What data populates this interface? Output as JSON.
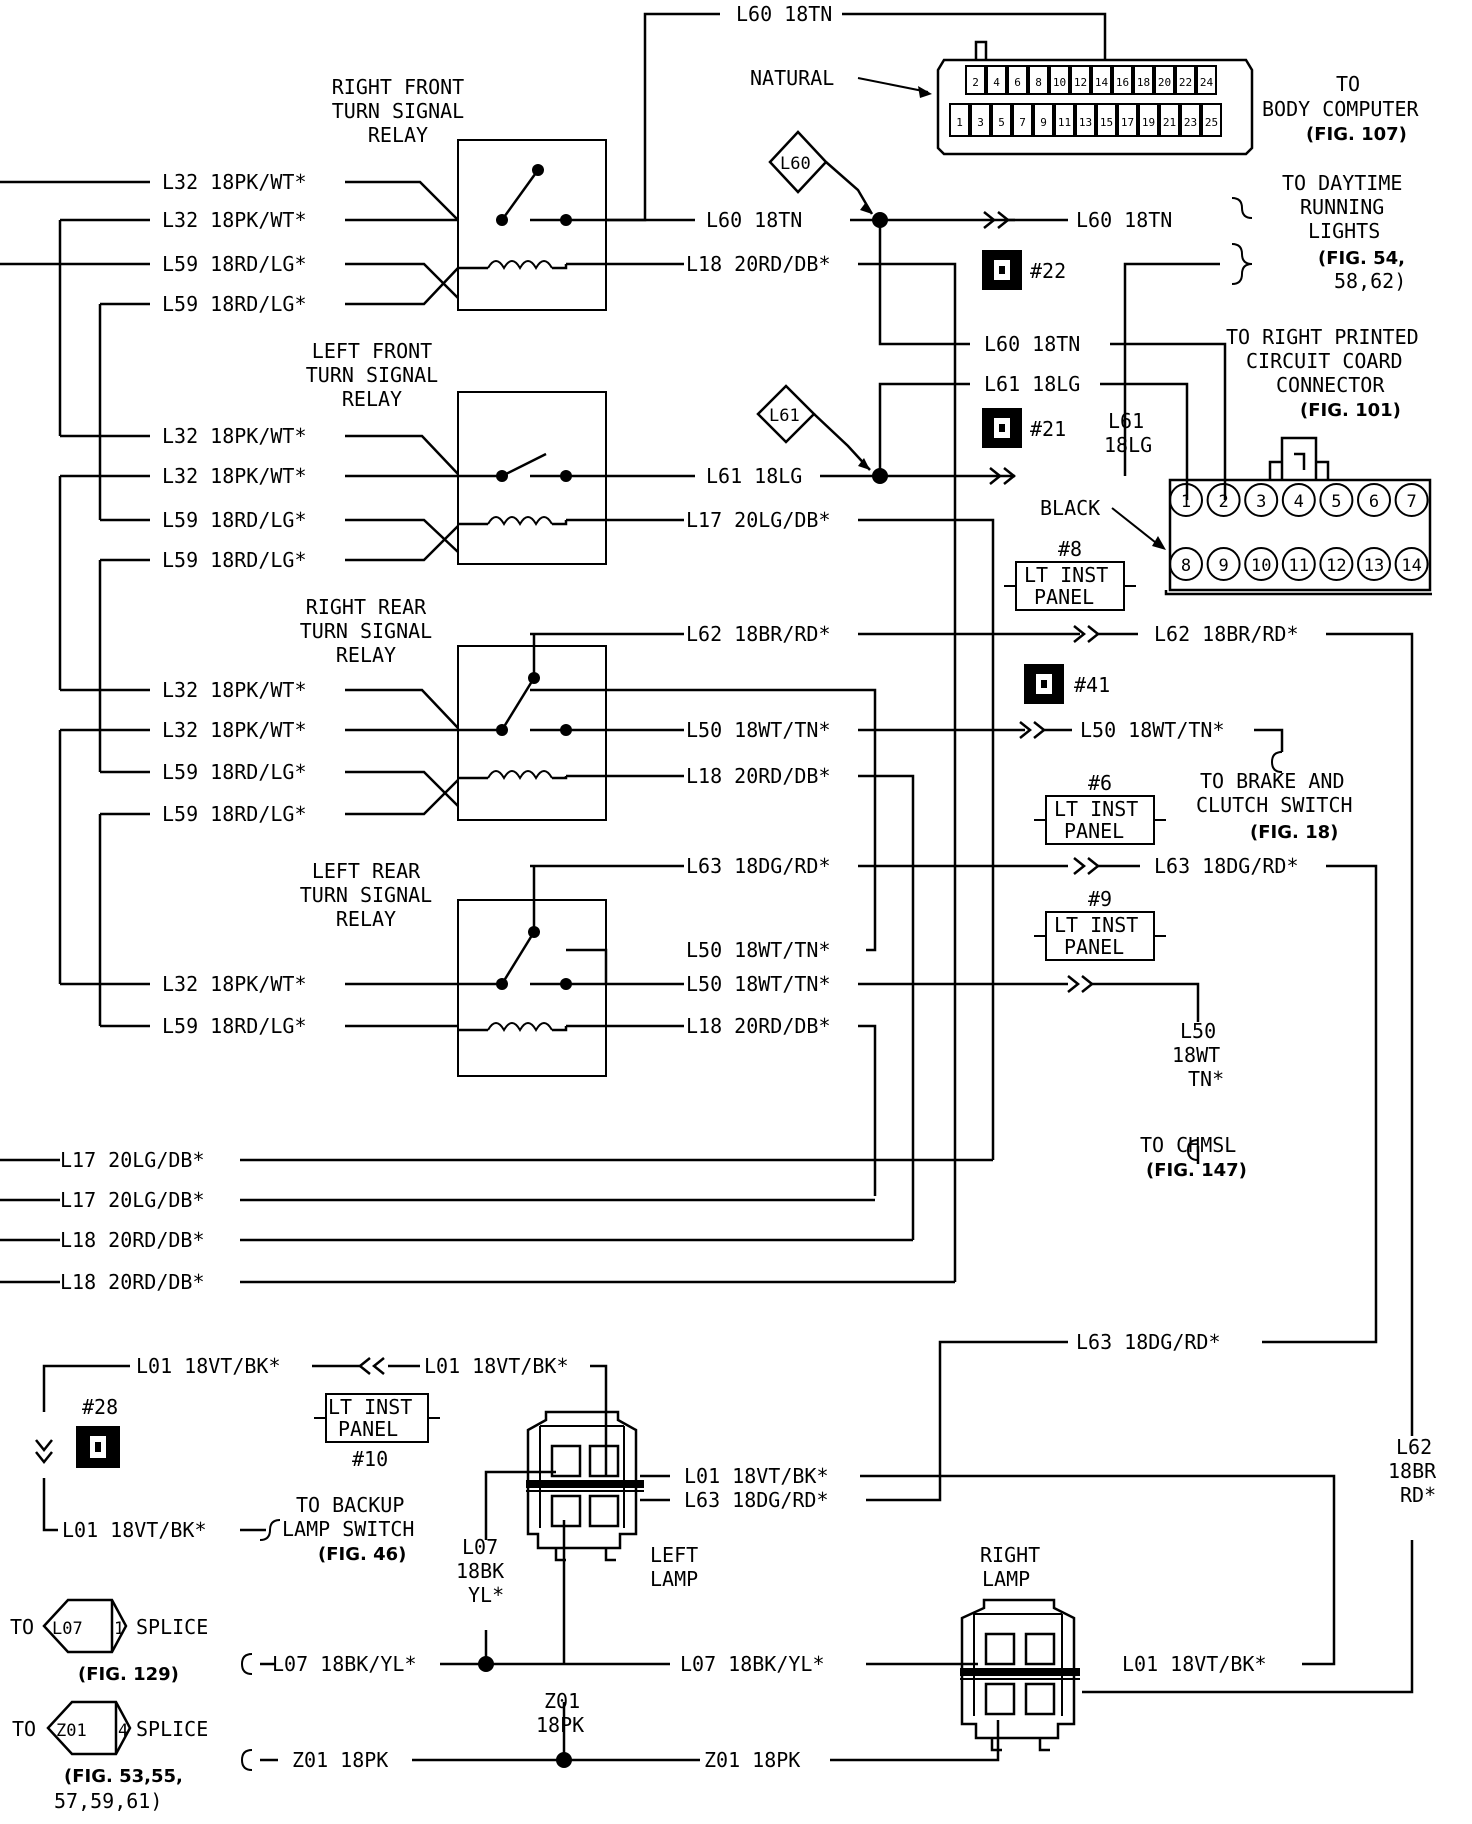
{
  "components": {
    "rf_relay": [
      "RIGHT FRONT",
      "TURN SIGNAL",
      "RELAY"
    ],
    "lf_relay": [
      "LEFT FRONT",
      "TURN SIGNAL",
      "RELAY"
    ],
    "rr_relay": [
      "RIGHT REAR",
      "TURN SIGNAL",
      "RELAY"
    ],
    "lr_relay": [
      "LEFT REAR",
      "TURN SIGNAL",
      "RELAY"
    ],
    "left_lamp": [
      "LEFT",
      "LAMP"
    ],
    "right_lamp": [
      "RIGHT",
      "LAMP"
    ]
  },
  "connectors": {
    "natural": "NATURAL",
    "black": "BLACK",
    "body_pins_top": [
      "2",
      "4",
      "6",
      "8",
      "10",
      "12",
      "14",
      "16",
      "18",
      "20",
      "22",
      "24"
    ],
    "body_pins_bottom": [
      "1",
      "3",
      "5",
      "7",
      "9",
      "11",
      "13",
      "15",
      "17",
      "19",
      "21",
      "23",
      "25"
    ],
    "pcb_pins_top": [
      "1",
      "2",
      "3",
      "4",
      "5",
      "6",
      "7"
    ],
    "pcb_pins_bottom": [
      "8",
      "9",
      "10",
      "11",
      "12",
      "13",
      "14"
    ]
  },
  "refs": {
    "body_computer": [
      "TO",
      "BODY COMPUTER",
      "(FIG. 107)"
    ],
    "drl": [
      "TO DAYTIME",
      "RUNNING",
      "LIGHTS",
      "(FIG. 54,",
      "58,62)"
    ],
    "pcb": [
      "TO RIGHT PRINTED",
      "CIRCUIT COARD",
      "CONNECTOR",
      "(FIG. 101)"
    ],
    "brake": [
      "TO BRAKE AND",
      "CLUTCH SWITCH",
      "(FIG. 18)"
    ],
    "chmsl": [
      "TO CHMSL",
      "(FIG. 147)"
    ],
    "backup": [
      "TO BACKUP",
      "LAMP SWITCH",
      "(FIG. 46)"
    ],
    "l07_splice": [
      "TO",
      "L07",
      "1",
      "SPLICE",
      "(FIG. 129)"
    ],
    "z01_splice": [
      "TO",
      "Z01",
      "4",
      "SPLICE",
      "(FIG. 53,55,",
      "57,59,61)"
    ]
  },
  "splices": {
    "l60": "L60",
    "l61": "L61"
  },
  "grounds": {
    "g22": "#22",
    "g21": "#21",
    "g41": "#41",
    "g28": "#28"
  },
  "inline": {
    "c8": [
      "#8",
      "LT INST",
      "PANEL"
    ],
    "c6": [
      "#6",
      "LT INST",
      "PANEL"
    ],
    "c9": [
      "#9",
      "LT INST",
      "PANEL"
    ],
    "c10": [
      "LT INST",
      "PANEL",
      "#10"
    ]
  },
  "wires": {
    "l32": "L32 18PK/WT*",
    "l59": "L59 18RD/LG*",
    "l60": "L60 18TN",
    "l61": "L61 18LG",
    "l61_v": [
      "L61",
      "18LG"
    ],
    "l18": "L18 20RD/DB*",
    "l17": "L17 20LG/DB*",
    "l62": "L62 18BR/RD*",
    "l62_v": [
      "L62",
      "18BR",
      "RD*"
    ],
    "l50": "L50 18WT/TN*",
    "l50_v": [
      "L50",
      "18WT",
      "TN*"
    ],
    "l63": "L63 18DG/RD*",
    "l01": "L01 18VT/BK*",
    "l07": "L07 18BK/YL*",
    "l07_v": [
      "L07",
      "18BK",
      "YL*"
    ],
    "z01": "Z01 18PK",
    "z01_v": [
      "Z01",
      "18PK"
    ]
  }
}
